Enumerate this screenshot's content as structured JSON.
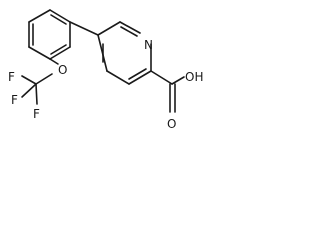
{
  "structure": {
    "atoms": {
      "n": "N",
      "o_ether": "O",
      "f_left": "F",
      "f_bottom_left": "F",
      "f_bottom": "F",
      "o_hydroxyl": "OH",
      "o_carbonyl": "O"
    }
  }
}
